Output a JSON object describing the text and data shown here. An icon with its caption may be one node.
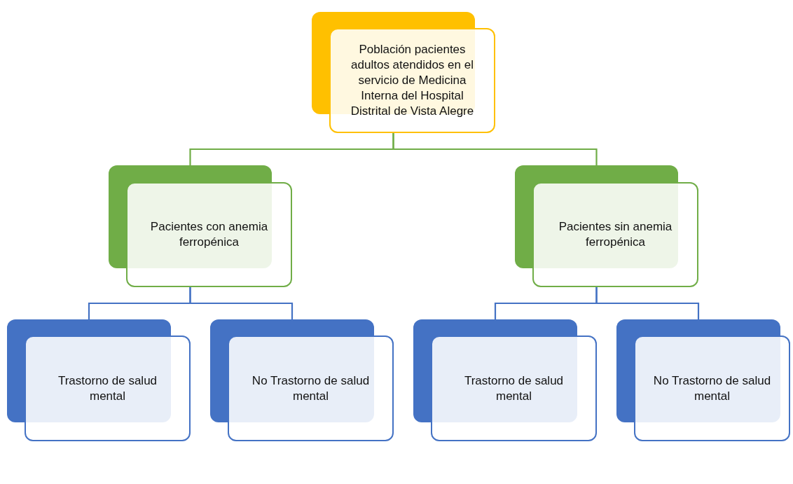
{
  "diagram": {
    "nodes": [
      {
        "text": [
          "Población pacientes adultos atendidos en el servicio de Medicina Interna del Hospital Distrital de Vista Alegre"
        ]
      },
      {
        "text": [
          "Pacientes con anemia ferropénica"
        ]
      },
      {
        "text": [
          "Pacientes sin anemia ferropénica"
        ]
      },
      {
        "text": [
          "Trastorno de salud mental"
        ]
      },
      {
        "text": [
          "No Trastorno de salud mental"
        ]
      },
      {
        "text": [
          "Trastorno de salud mental"
        ]
      },
      {
        "text": [
          "No Trastorno de salud mental"
        ]
      }
    ],
    "edges": [
      {
        "from": 0,
        "to": 1,
        "arrow": "none",
        "color": "#70ad47"
      },
      {
        "from": 0,
        "to": 2,
        "arrow": "none",
        "color": "#70ad47"
      },
      {
        "from": 1,
        "to": 3,
        "arrow": "none"
      },
      {
        "from": 1,
        "to": 4,
        "arrow": "none"
      },
      {
        "from": 2,
        "to": 5,
        "arrow": "none"
      },
      {
        "from": 2,
        "to": 6,
        "arrow": "none"
      }
    ]
  }
}
